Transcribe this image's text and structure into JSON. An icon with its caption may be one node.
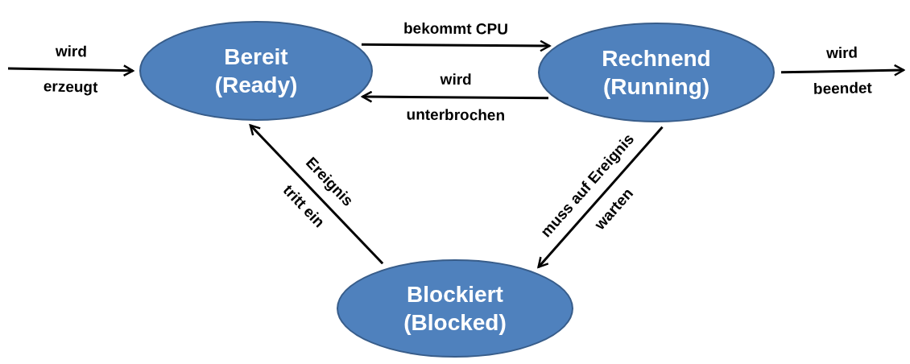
{
  "diagram": {
    "nodes": [
      {
        "text": [
          "Bereit (Ready)"
        ]
      },
      {
        "text": [
          "Rechnend (Running)"
        ]
      },
      {
        "text": [
          "Blockiert (Blocked)"
        ]
      }
    ],
    "edges": [
      {
        "from": null,
        "to": 0,
        "arrow": "to",
        "label": "wird erzeugt"
      },
      {
        "from": 0,
        "to": 1,
        "arrow": "to",
        "label": "bekommt CPU"
      },
      {
        "from": 1,
        "to": 0,
        "arrow": "to",
        "label": "wird unterbrochen"
      },
      {
        "from": 1,
        "to": null,
        "arrow": "to",
        "label": "wird beendet"
      },
      {
        "from": 1,
        "to": 2,
        "arrow": "to",
        "label": "muss auf Ereignis warten"
      },
      {
        "from": 2,
        "to": 0,
        "arrow": "to",
        "label": "Ereignis tritt ein"
      }
    ]
  }
}
